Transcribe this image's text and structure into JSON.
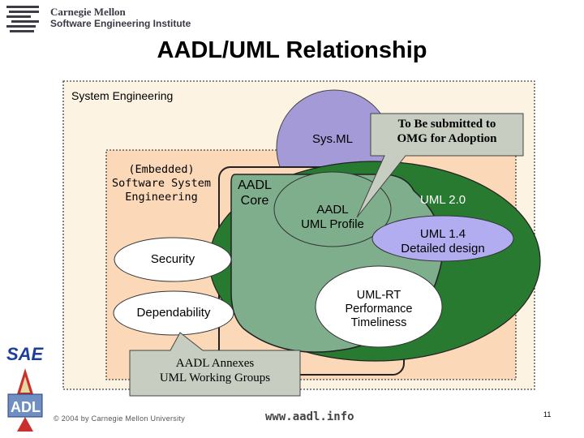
{
  "header": {
    "institution_line1": "Carnegie Mellon",
    "institution_line2": "Software Engineering Institute",
    "title": "AADL/UML Relationship"
  },
  "diagram": {
    "system_engineering": "System Engineering",
    "sysml": "Sys.ML",
    "callout_omg": "To Be submitted to\nOMG for Adoption",
    "embedded_software": "(Embedded)\nSoftware System\nEngineering",
    "aadl_core": "AADL\nCore",
    "aadl_uml_profile": "AADL\nUML Profile",
    "uml_20": "UML 2.0",
    "uml_14": "UML 1.4\nDetailed design",
    "security": "Security",
    "uml_rt": "UML-RT\nPerformance\nTimeliness",
    "dependability": "Dependability",
    "callout_annexes": "AADL Annexes\nUML Working Groups"
  },
  "footer": {
    "copyright": "© 2004 by Carnegie Mellon University",
    "url": "www.aadl.info",
    "page_number": "11"
  },
  "sidebar": {
    "logo_sae": "SAE",
    "logo_adl": "ADL"
  },
  "colors": {
    "system_eng_fill": "#fdf3e2",
    "software_fill": "#fbd9b8",
    "sysml_fill": "#a59ad8",
    "aadl_core_fill": "#7fae8d",
    "uml_ring": "#277a30",
    "uml14_fill": "#b2adf0",
    "callout_fill": "#c7cdc0"
  }
}
